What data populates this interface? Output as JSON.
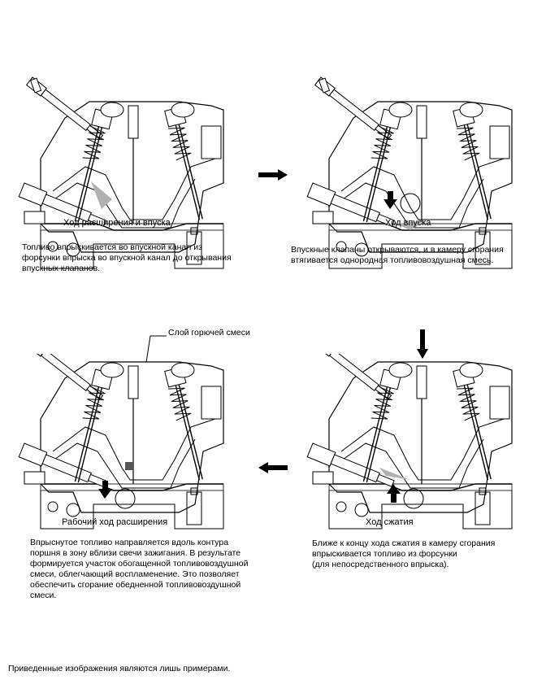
{
  "panels": [
    {
      "caption": "Ход расширения и впуска",
      "description": "Топливо впрыскивается во впускной канал из\nфорсунки впрыска во впускной канал до открывания\nвпускных клапанов."
    },
    {
      "caption": "Ход впуска",
      "description": "Впускные клапаны открываются, и в камеру сгорания\nвтягивается однородная топливовоздушная смесь."
    },
    {
      "caption": "Рабочий ход расширения",
      "description": "Впрыснутое топливо направляется вдоль контура\nпоршня в зону вблизи свечи зажигания. В результате\nформируется участок обогащенной топливовоздушной\nсмеси, облегчающий воспламенение. Это позволяет\nобеспечить сгорание обедненной топливовоздушной\nсмеси."
    },
    {
      "caption": "Ход сжатия",
      "description": "Ближе к концу хода сжатия в камеру сгорания\nвпрыскивается топливо из форсунки\n(для непосредственного впрыска)."
    }
  ],
  "callout": "Слой горючей смеси",
  "footer": "Приведенные изображения являются лишь примерами.",
  "icons": [
    "right-arrow-icon",
    "down-arrow-icon",
    "left-arrow-icon",
    "piston-down-arrow-icon",
    "piston-up-arrow-icon"
  ]
}
